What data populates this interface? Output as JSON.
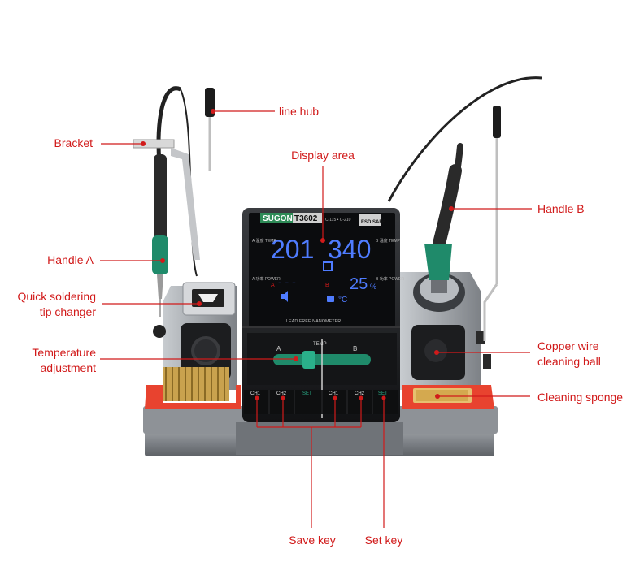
{
  "labels": {
    "line_hub": "line hub",
    "bracket": "Bracket",
    "display_area": "Display area",
    "handle_b": "Handle B",
    "handle_a": "Handle A",
    "quick_tip_changer_1": "Quick soldering",
    "quick_tip_changer_2": "tip changer",
    "temp_adjust_1": "Temperature",
    "temp_adjust_2": "adjustment",
    "copper_ball_1": "Copper wire",
    "copper_ball_2": "cleaning ball",
    "cleaning_sponge": "Cleaning sponge",
    "save_key": "Save key",
    "set_key": "Set key"
  },
  "device": {
    "brand": "SUGON",
    "model": "T3602",
    "model_sub": "C-115 • C-210",
    "esd": "ESD SAFE",
    "temp_a": "201",
    "temp_b": "340",
    "power_pct": "25",
    "pct_sign": "%",
    "unit_c": "°C",
    "dashes": "- - -",
    "temp_left": "A 温度 TEMP",
    "temp_right": "B 温度 TEMP",
    "power_left": "A 功率 POWER",
    "power_right": "B 功率 POWER",
    "label_a": "A",
    "label_b": "B",
    "lead_free": "LEAD FREE NANOMETER",
    "knob_temp": "TEMP",
    "knob_a": "A",
    "knob_b": "B",
    "keys": [
      "CH1",
      "CH2",
      "SET",
      "CH1",
      "CH2",
      "SET"
    ]
  },
  "colors": {
    "callout": "#d11a1a",
    "display_blue": "#4f7cff",
    "green_grip": "#1f8a6a",
    "orange_tray": "#e8432f",
    "brass": "#c9a24e"
  }
}
